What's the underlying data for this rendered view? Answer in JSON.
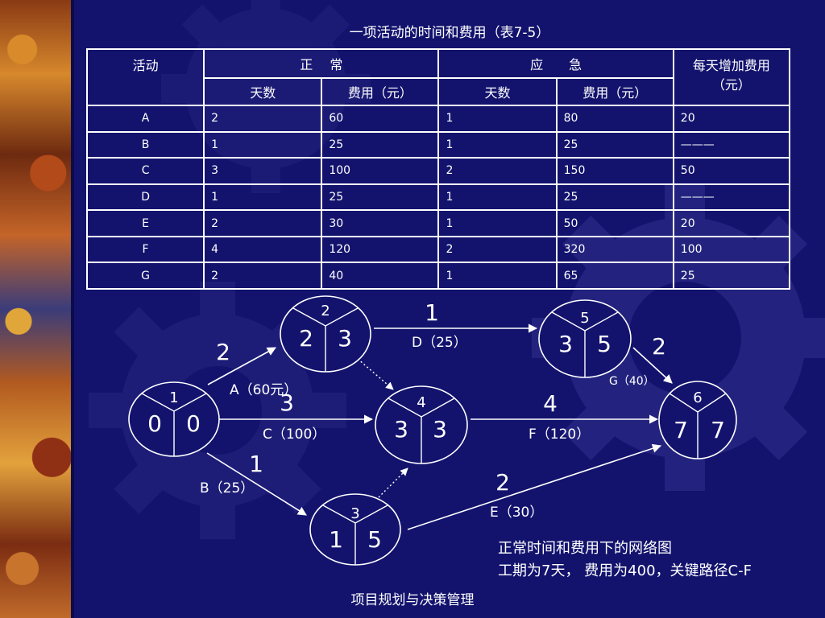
{
  "title": "一项活动的时间和费用（表7-5）",
  "table": {
    "headers": {
      "activity": "活动",
      "normal": "正　 常",
      "crash": "应　　急",
      "daily_cost": "每天增加费用（元）",
      "days": "天数",
      "cost": "费用（元）"
    },
    "rows": [
      [
        "A",
        "2",
        "60",
        "1",
        "80",
        "20"
      ],
      [
        "B",
        "1",
        "25",
        "1",
        "25",
        "———"
      ],
      [
        "C",
        "3",
        "100",
        "2",
        "150",
        "50"
      ],
      [
        "D",
        "1",
        "25",
        "1",
        "25",
        "———"
      ],
      [
        "E",
        "2",
        "30",
        "1",
        "50",
        "20"
      ],
      [
        "F",
        "4",
        "120",
        "2",
        "320",
        "100"
      ],
      [
        "G",
        "2",
        "40",
        "1",
        "65",
        "25"
      ]
    ]
  },
  "network": {
    "nodes": [
      {
        "id": "1",
        "es": "0",
        "ef": "0"
      },
      {
        "id": "2",
        "es": "2",
        "ef": "3"
      },
      {
        "id": "3",
        "es": "1",
        "ef": "5"
      },
      {
        "id": "4",
        "es": "3",
        "ef": "3"
      },
      {
        "id": "5",
        "es": "3",
        "ef": "5"
      },
      {
        "id": "6",
        "es": "7",
        "ef": "7"
      }
    ],
    "edges": [
      {
        "from": "1",
        "to": "2",
        "duration": "2",
        "label": "A（60元）"
      },
      {
        "from": "1",
        "to": "4",
        "duration": "3",
        "label": "C（100）"
      },
      {
        "from": "1",
        "to": "3",
        "duration": "1",
        "label": "B（25）"
      },
      {
        "from": "2",
        "to": "5",
        "duration": "1",
        "label": "D（25）"
      },
      {
        "from": "4",
        "to": "6",
        "duration": "4",
        "label": "F（120）"
      },
      {
        "from": "5",
        "to": "6",
        "duration": "2",
        "label": "G（40）"
      },
      {
        "from": "3",
        "to": "6",
        "duration": "2",
        "label": "E（30）"
      }
    ],
    "dummy_edges": [
      {
        "from": "2",
        "to": "4"
      },
      {
        "from": "3",
        "to": "4"
      }
    ]
  },
  "caption": {
    "line1": "正常时间和费用下的网络图",
    "line2": "工期为7天， 费用为400，关键路径C-F"
  },
  "footer": "项目规划与决策管理",
  "colors": {
    "background": "#13136e",
    "text": "#ffffff",
    "gear": "#27278a"
  }
}
